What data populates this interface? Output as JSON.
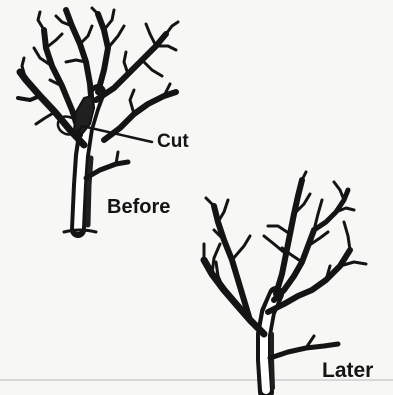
{
  "diagram": {
    "labels": {
      "cut": "Cut",
      "before": "Before",
      "later": "Later"
    },
    "colors": {
      "ink": "#141414",
      "paper": "#f7f7f5",
      "trunk_fill": "#ffffff",
      "shade": "#202020"
    }
  }
}
